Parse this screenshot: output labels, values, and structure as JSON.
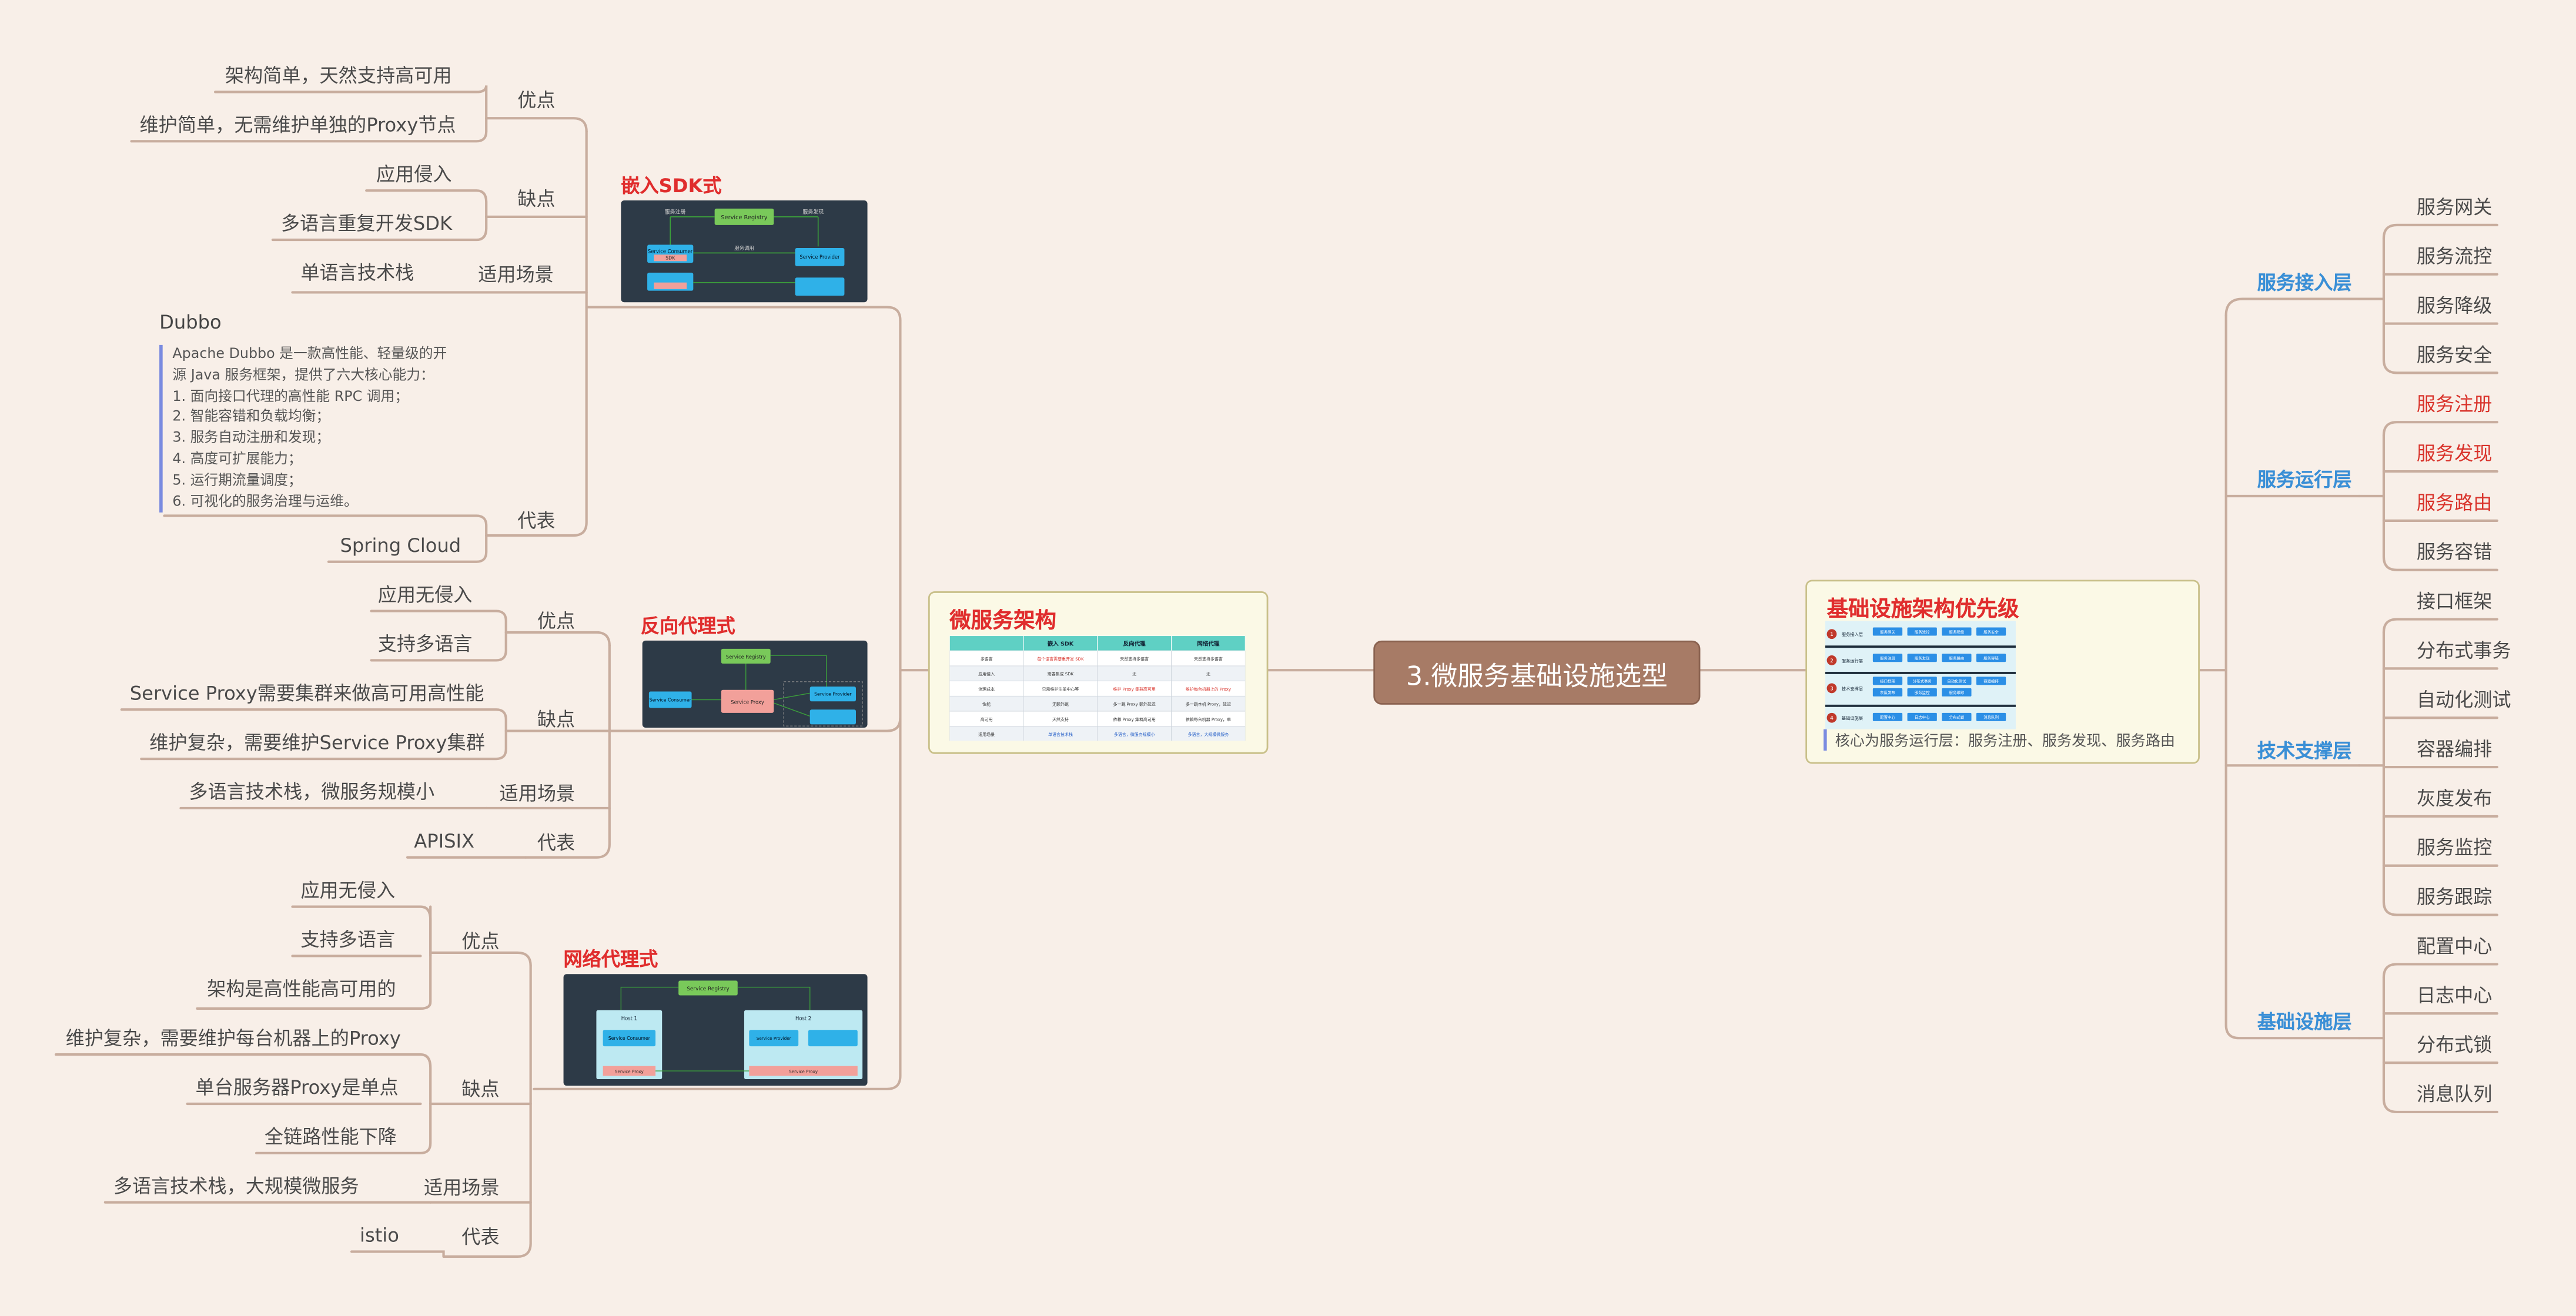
{
  "center": "3.微服务基础设施选型",
  "microservice_card": {
    "title": "微服务架构",
    "table": {
      "headers": [
        "",
        "嵌入 SDK",
        "反向代理",
        "网络代理"
      ],
      "rows": [
        [
          "多语言",
          "每个语言需要重开发 SDK",
          "天然支持多语言",
          "天然支持多语言"
        ],
        [
          "应用侵入",
          "需要集成 SDK",
          "无",
          "无"
        ],
        [
          "治理成本",
          "只需维护注册中心等",
          "维护 Proxy 集群高可用",
          "维护每台机器上的 Proxy 进程，运维复杂"
        ],
        [
          "性能",
          "无额外跳",
          "多一跳 Proxy 额外延迟",
          "多一跳本机 Proxy，延迟较低"
        ],
        [
          "高可用",
          "天然支持",
          "依赖 Proxy 集群高可用",
          "依赖每台机器 Proxy，单点风险"
        ],
        [
          "适用场景",
          "单语言技术栈",
          "多语言，微服务规模小",
          "多语言，大规模微服务"
        ]
      ]
    }
  },
  "infra_card": {
    "title": "基础设施架构优先级",
    "note": "核心为服务运行层：服务注册、服务发现、服务路由",
    "rows": [
      {
        "n": "1",
        "label": "服务接入层",
        "cells": [
          "服务网关",
          "服务流控",
          "服务降级",
          "服务安全"
        ]
      },
      {
        "n": "2",
        "label": "服务运行层",
        "cells": [
          "服务注册",
          "服务发现",
          "服务路由",
          "服务容错"
        ]
      },
      {
        "n": "3",
        "label": "技术支撑层",
        "cells": [
          "接口框架",
          "分布式事务",
          "自动化测试",
          "容器编排",
          "灰度发布",
          "服务监控",
          "服务跟踪"
        ]
      },
      {
        "n": "4",
        "label": "基础设施层",
        "cells": [
          "配置中心",
          "日志中心",
          "分布式锁",
          "消息队列"
        ]
      }
    ]
  },
  "sdk": {
    "title": "嵌入SDK式",
    "pros_label": "优点",
    "pros": [
      "架构简单，天然支持高可用",
      "维护简单，无需维护单独的Proxy节点"
    ],
    "cons_label": "缺点",
    "cons": [
      "应用侵入",
      "多语言重复开发SDK"
    ],
    "scene_label": "适用场景",
    "scene": "单语言技术栈",
    "rep_label": "代表",
    "dubbo_title": "Dubbo",
    "dubbo_note": [
      "Apache Dubbo 是一款高性能、轻量级的开",
      "源 Java 服务框架，提供了六大核心能力：",
      "1. 面向接口代理的高性能 RPC 调用；",
      "2. 智能容错和负载均衡；",
      "3. 服务自动注册和发现；",
      "4. 高度可扩展能力；",
      "5. 运行期流量调度；",
      "6. 可视化的服务治理与运维。"
    ],
    "rep": "Spring Cloud",
    "diagram": {
      "registry": "Service Registry",
      "register": "服务注册",
      "discover": "服务发现",
      "consumer": "Service Consumer",
      "sdk": "SDK",
      "provider": "Service Provider",
      "call": "服务调用"
    }
  },
  "reverse": {
    "title": "反向代理式",
    "pros_label": "优点",
    "pros": [
      "应用无侵入",
      "支持多语言"
    ],
    "cons_label": "缺点",
    "cons": [
      "Service Proxy需要集群来做高可用高性能",
      "维护复杂，需要维护Service Proxy集群"
    ],
    "scene_label": "适用场景",
    "scene": "多语言技术栈，微服务规模小",
    "rep_label": "代表",
    "rep": "APISIX",
    "diagram": {
      "registry": "Service Registry",
      "consumer": "Service Consumer",
      "proxy": "Service Proxy",
      "provider": "Service Provider"
    }
  },
  "mesh": {
    "title": "网络代理式",
    "pros_label": "优点",
    "pros": [
      "应用无侵入",
      "支持多语言",
      "架构是高性能高可用的"
    ],
    "cons_label": "缺点",
    "cons": [
      "维护复杂，需要维护每台机器上的Proxy",
      "单台服务器Proxy是单点",
      "全链路性能下降"
    ],
    "scene_label": "适用场景",
    "scene": "多语言技术栈，大规模微服务",
    "rep_label": "代表",
    "rep": "istio",
    "diagram": {
      "registry": "Service Registry",
      "host1": "Host 1",
      "host2": "Host 2",
      "consumer": "Service Consumer",
      "provider": "Service Provider",
      "proxy": "Service Proxy"
    }
  },
  "layers": [
    {
      "name": "服务接入层",
      "items": [
        "服务网关",
        "服务流控",
        "服务降级",
        "服务安全"
      ]
    },
    {
      "name": "服务运行层",
      "items": [
        "服务注册",
        "服务发现",
        "服务路由",
        "服务容错"
      ],
      "highlight": [
        0,
        1,
        2
      ]
    },
    {
      "name": "技术支撑层",
      "items": [
        "接口框架",
        "分布式事务",
        "自动化测试",
        "容器编排",
        "灰度发布",
        "服务监控",
        "服务跟踪"
      ]
    },
    {
      "name": "基础设施层",
      "items": [
        "配置中心",
        "日志中心",
        "分布式锁",
        "消息队列"
      ]
    }
  ],
  "colors": {
    "background": "#f8efe8",
    "line": "#c8ad9e",
    "center": "#a77b66",
    "red": "#e02d2d",
    "blue": "#3a8fd6"
  }
}
